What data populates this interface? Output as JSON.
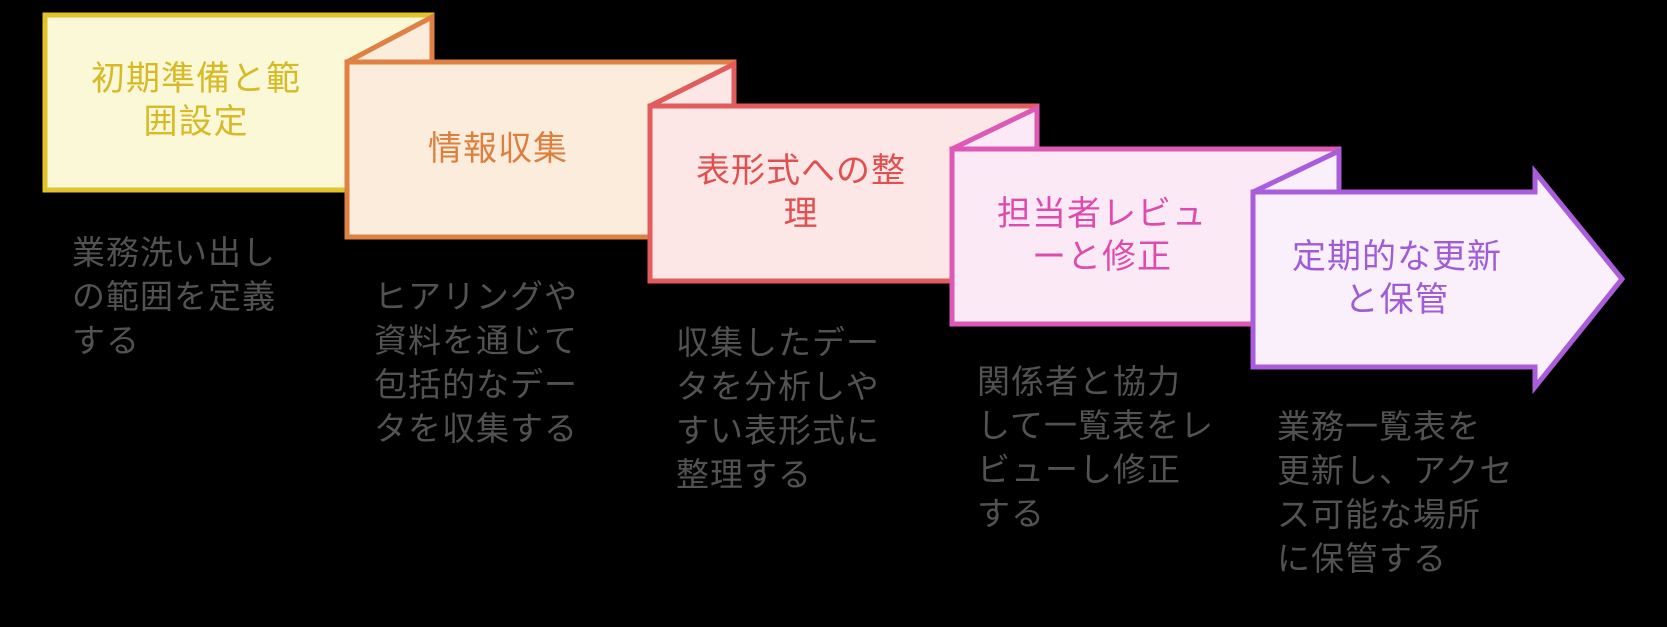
{
  "diagram": {
    "type": "process-flow",
    "direction": "left-to-right",
    "background_color": "#000000",
    "description_text_color": "#525252",
    "steps": [
      {
        "index": 1,
        "label": "初期準備と範囲設定",
        "title_lines": [
          "初期準備と範",
          "囲設定"
        ],
        "description": "業務洗い出しの範囲を定義する",
        "desc_lines": [
          "業務洗い出し",
          "の範囲を定義",
          "する"
        ],
        "fill": "#fbf8d8",
        "border": "#e2c32b",
        "title_color": "#d6ba27"
      },
      {
        "index": 2,
        "label": "情報収集",
        "title_lines": [
          "情報収集"
        ],
        "description": "ヒアリングや資料を通じて包括的なデータを収集する",
        "desc_lines": [
          "ヒアリングや",
          "資料を通じて",
          "包括的なデー",
          "タを収集する"
        ],
        "fill": "#fcecdc",
        "border": "#df8142",
        "title_color": "#dd7f3e"
      },
      {
        "index": 3,
        "label": "表形式への整理",
        "title_lines": [
          "表形式への整",
          "理"
        ],
        "description": "収集したデータを分析しやすい表形式に整理する",
        "desc_lines": [
          "収集したデー",
          "タを分析しや",
          "すい表形式に",
          "整理する"
        ],
        "fill": "#fce6e6",
        "border": "#e25c5c",
        "title_color": "#e05050"
      },
      {
        "index": 4,
        "label": "担当者レビューと修正",
        "title_lines": [
          "担当者レビュ",
          "ーと修正"
        ],
        "description": "関係者と協力して一覧表をレビューし修正する",
        "desc_lines": [
          "関係者と協力",
          "して一覧表をレ",
          "ビューし修正",
          "する"
        ],
        "fill": "#fce9f6",
        "border": "#de58b5",
        "title_color": "#dd4bad"
      },
      {
        "index": 5,
        "label": "定期的な更新と保管",
        "title_lines": [
          "定期的な更新",
          "と保管"
        ],
        "description": "業務一覧表を更新し、アクセス可能な場所に保管する",
        "desc_lines": [
          "業務一覧表を",
          "更新し、アクセ",
          "ス可能な場所",
          "に保管する"
        ],
        "fill": "#f9f0fc",
        "border": "#aa5ddb",
        "title_color": "#9f5cd6"
      }
    ]
  }
}
